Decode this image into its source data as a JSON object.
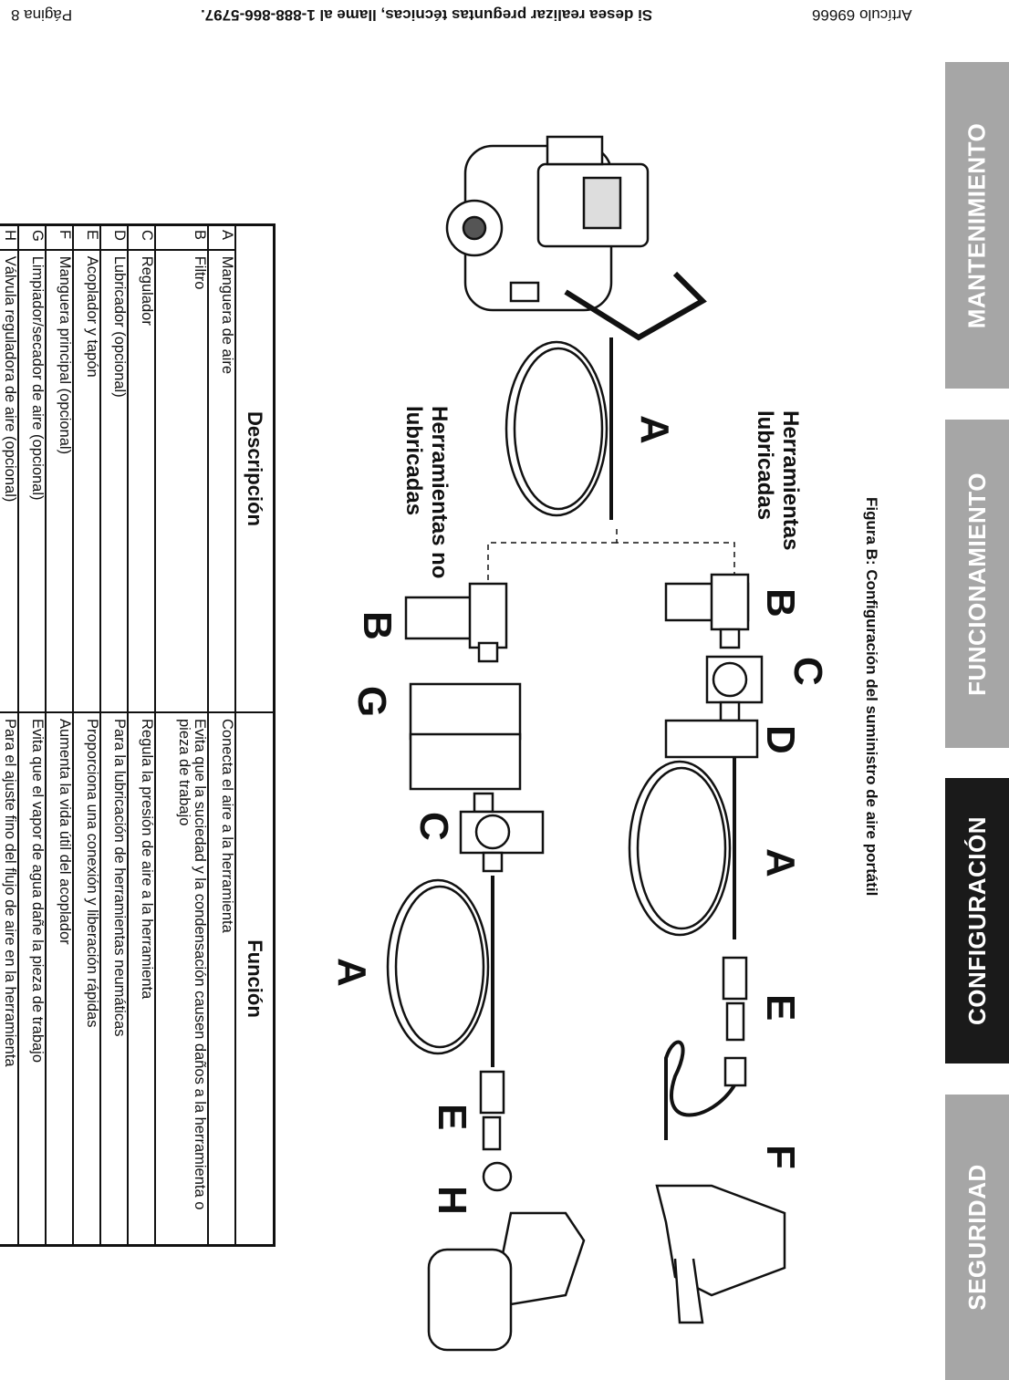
{
  "header": {
    "item": "Artículo 69666",
    "help_line": "Si desea realizar preguntas técnicas, llame al 1-888-866-5797.",
    "page": "Página 8"
  },
  "tabs": [
    {
      "label": "MANTENIMIENTO",
      "active": false
    },
    {
      "label": "FUNCIONAMIENTO",
      "active": false
    },
    {
      "label": "CONFIGURACIÓN",
      "active": true
    },
    {
      "label": "SEGURIDAD",
      "active": false
    }
  ],
  "figure": {
    "caption": "Figura B:  Configuración del suministro de aire portátil",
    "label_lubricated": "Herramientas lubricadas",
    "label_non_lubricated": "Herramientas no lubricadas",
    "letters_top": [
      "A",
      "B",
      "C",
      "D",
      "A",
      "E",
      "F"
    ],
    "letters_bottom": [
      "B",
      "G",
      "C",
      "A",
      "E",
      "H"
    ]
  },
  "table": {
    "col_description": "Descripción",
    "col_function": "Función",
    "rows": [
      {
        "code": "A",
        "description": "Manguera de aire",
        "function": "Conecta el aire a la herramienta"
      },
      {
        "code": "B",
        "description": "Filtro",
        "function": "Evita que la suciedad y la condensación causen daños a la herramienta o pieza de trabajo"
      },
      {
        "code": "C",
        "description": "Regulador",
        "function": "Regula la presión de aire a la herramienta"
      },
      {
        "code": "D",
        "description": "Lubricador (opcional)",
        "function": "Para la lubricación de herramientas neumáticas"
      },
      {
        "code": "E",
        "description": "Acoplador y tapón",
        "function": "Proporciona una conexión y liberación rápidas"
      },
      {
        "code": "F",
        "description": "Manguera principal (opcional)",
        "function": "Aumenta la vida útil del acoplador"
      },
      {
        "code": "G",
        "description": "Limpiador/secador de aire (opcional)",
        "function": "Evita que el vapor de agua dañe la pieza de trabajo"
      },
      {
        "code": "H",
        "description": "Válvula reguladora de aire (opcional)",
        "function": "Para el ajuste fino del flujo de aire en la herramienta"
      }
    ]
  }
}
